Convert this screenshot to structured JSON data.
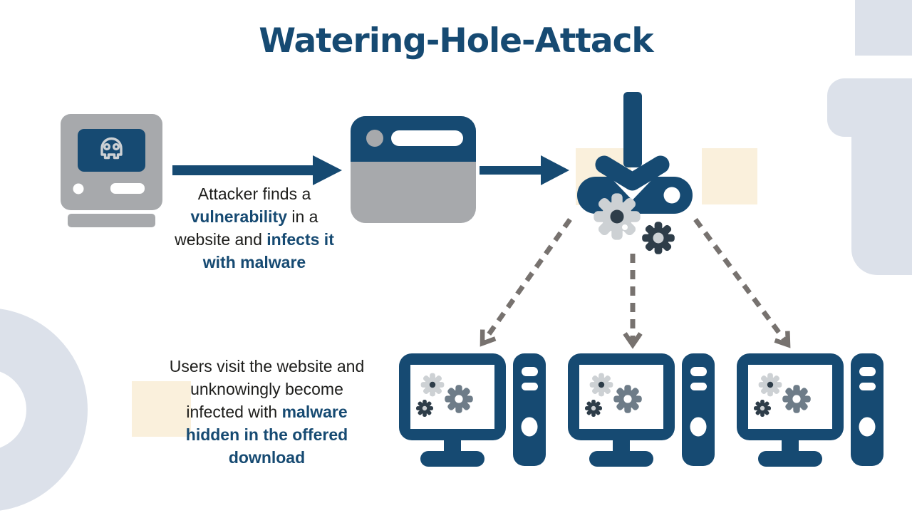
{
  "title": "Watering-Hole-Attack",
  "colors": {
    "primary_blue": "#164a72",
    "computer_gray": "#a7a9ac",
    "light_gray": "#cdd1d4",
    "medium_gear_gray": "#6e7c88",
    "dark_slate": "#2e3d49",
    "beige_accent": "#faf0dc",
    "decorative_gray_blue": "#dce1ea",
    "dashed_arrow_gray": "#77726f",
    "text_black": "#1d1d1b"
  },
  "captions": {
    "attacker": {
      "parts": [
        {
          "text": "Attacker finds a ",
          "emphasis": false
        },
        {
          "text": "vulnerability",
          "emphasis": true
        },
        {
          "text": " in a website and ",
          "emphasis": false
        },
        {
          "text": "infects it with malware",
          "emphasis": true
        }
      ]
    },
    "users": {
      "parts": [
        {
          "text": "Users visit the website and unknowingly become infected with ",
          "emphasis": false
        },
        {
          "text": "malware hidden in the offered download",
          "emphasis": true
        }
      ]
    }
  },
  "icons": {
    "attacker_computer": "retro computer with skull on screen",
    "right_arrow": "solid right arrow",
    "browser_window": "browser window with address bar",
    "malware_download": "download arrow into tray with gears",
    "dashed_arrow": "dashed spread arrow",
    "infected_computer": "desktop computer with gears on screen"
  }
}
